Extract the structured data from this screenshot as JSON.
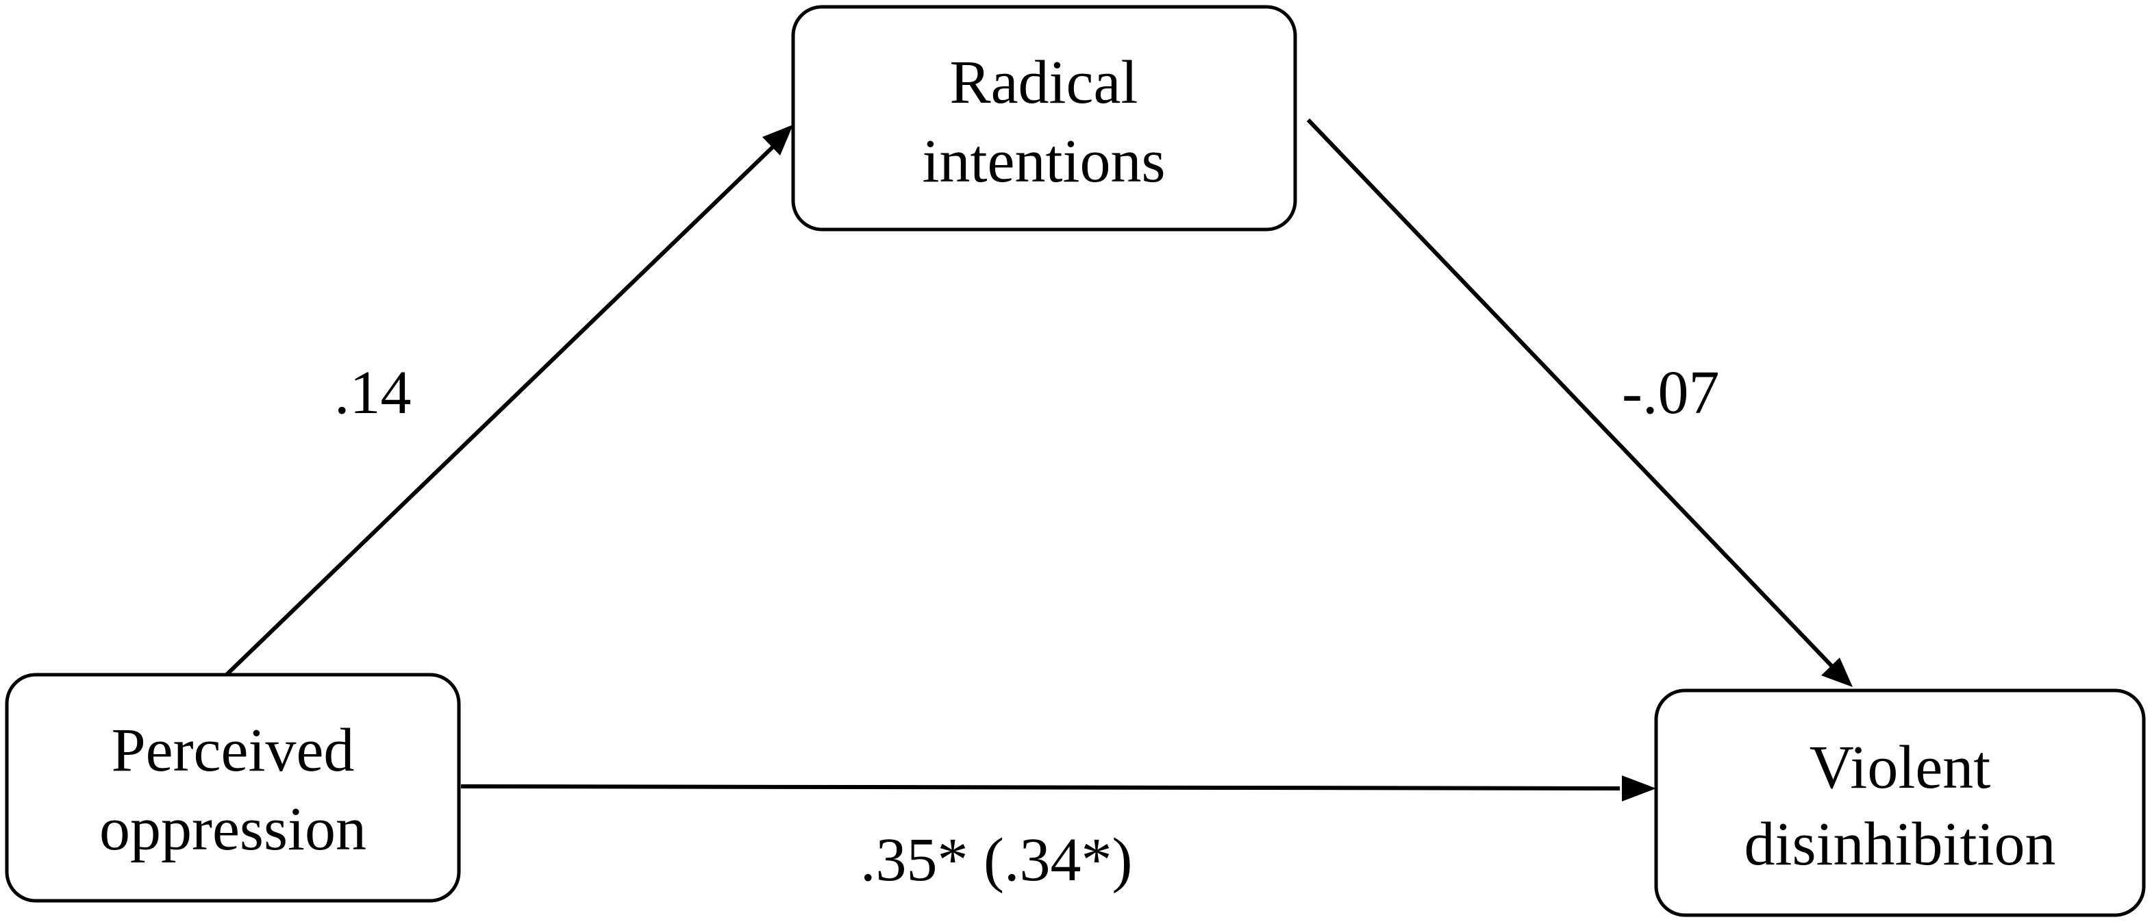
{
  "nodes": {
    "mediator": {
      "line1": "Radical",
      "line2": "intentions"
    },
    "predictor": {
      "line1": "Perceived",
      "line2": "oppression"
    },
    "outcome": {
      "line1": "Violent",
      "line2": "disinhibition"
    }
  },
  "paths": {
    "a": {
      "coefficient": ".14"
    },
    "b": {
      "coefficient": "-.07"
    },
    "c": {
      "coefficient": ".35* (.34*)"
    }
  }
}
